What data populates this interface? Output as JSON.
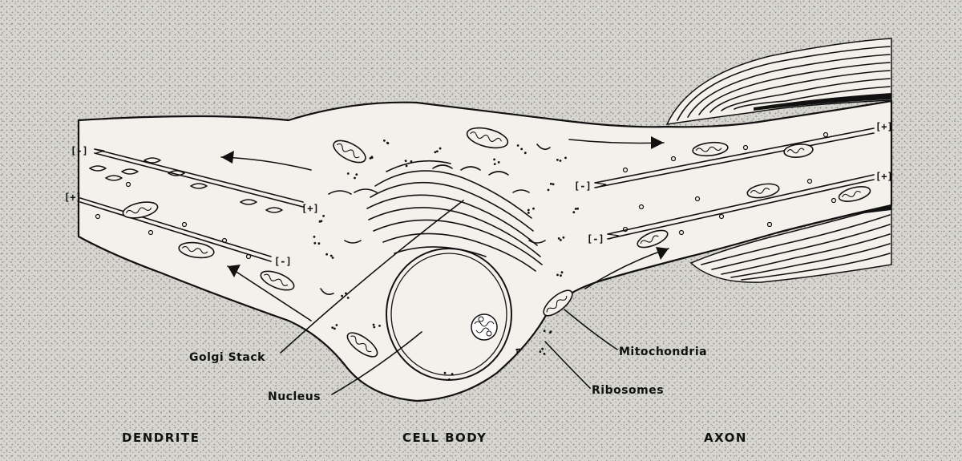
{
  "callouts": {
    "golgi": "Golgi Stack",
    "nucleus": "Nucleus",
    "mitochondria": "Mitochondria",
    "ribosomes": "Ribosomes"
  },
  "regions": {
    "dendrite": "DENDRITE",
    "cell_body": "CELL BODY",
    "axon": "AXON"
  },
  "polarity": {
    "minus": "[-]",
    "plus": "[+]"
  },
  "colors": {
    "background": "#d3d2cd",
    "cell": "#f4f1ec",
    "ink": "#111111"
  }
}
